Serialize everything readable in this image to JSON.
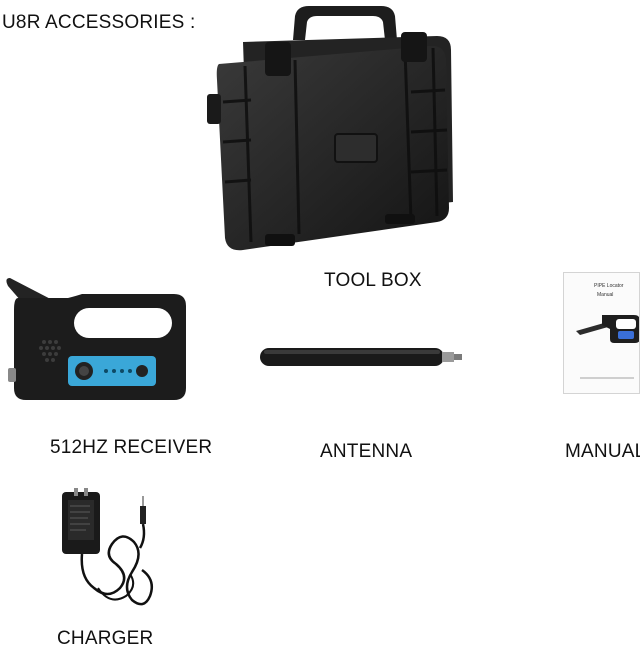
{
  "header": {
    "title": "U8R  ACCESSORIES :"
  },
  "items": [
    {
      "label": "TOOL BOX",
      "icon": "toolbox-case-icon"
    },
    {
      "label": "512HZ RECEIVER",
      "icon": "receiver-device-icon"
    },
    {
      "label": "ANTENNA",
      "icon": "antenna-rod-icon"
    },
    {
      "label": "MANUAL",
      "icon": "manual-booklet-icon"
    },
    {
      "label": "CHARGER",
      "icon": "charger-adapter-icon"
    }
  ],
  "manual_cover": {
    "title_line1": "PIPE Locator",
    "title_line2": "Manual"
  },
  "colors": {
    "case_body": "#2a2a2a",
    "receiver_body": "#1c1c1c",
    "panel_blue": "#3aa7d8",
    "antenna": "#1a1a1a"
  }
}
